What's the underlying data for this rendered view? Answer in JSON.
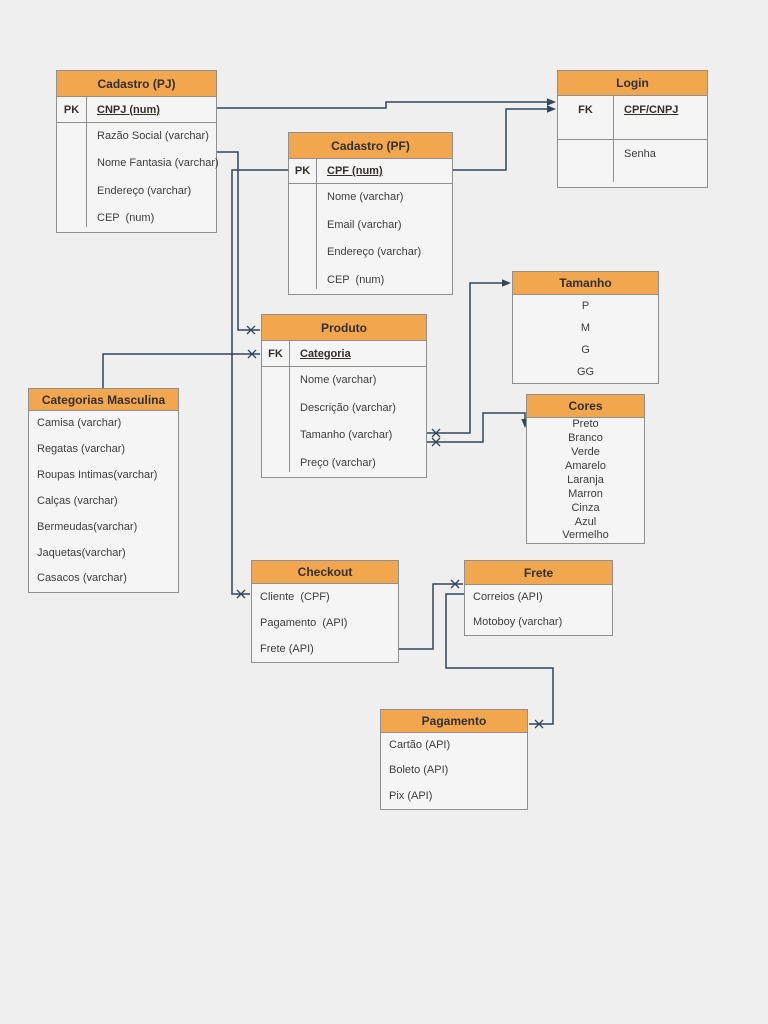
{
  "diagram": {
    "colors": {
      "canvas": "#EFEFEF",
      "table_bg": "#F5F5F5",
      "header": "#F2A64D",
      "border": "#8F8F8F",
      "line": "#32475B",
      "text": "#3D3D3D",
      "title": "#33302B"
    },
    "entities": {
      "cadastro_pj": {
        "title": "Cadastro (PJ)",
        "key_label": "PK",
        "key_field": "CNPJ (num)",
        "rows": [
          "Razão Social (varchar)",
          "Nome Fantasia (varchar)",
          "Endereço (varchar)",
          "CEP  (num)"
        ]
      },
      "login": {
        "title": "Login",
        "key_label": "FK",
        "key_field": "CPF/CNPJ",
        "rows": [
          "Senha"
        ]
      },
      "cadastro_pf": {
        "title": "Cadastro (PF)",
        "key_label": "PK",
        "key_field": "CPF (num)",
        "rows": [
          "Nome (varchar)",
          "Email (varchar)",
          "Endereço (varchar)",
          "CEP  (num)"
        ]
      },
      "produto": {
        "title": "Produto",
        "key_label": "FK",
        "key_field": "Categoria",
        "rows": [
          "Nome (varchar)",
          "Descrição (varchar)",
          "Tamanho (varchar)",
          "Preço (varchar)"
        ]
      },
      "tamanho": {
        "title": "Tamanho",
        "rows": [
          "P",
          "M",
          "G",
          "GG"
        ]
      },
      "cores": {
        "title": "Cores",
        "rows": [
          "Preto",
          "Branco",
          "Verde",
          "Amarelo",
          "Laranja",
          "Marron",
          "Cinza",
          "Azul",
          "Vermelho"
        ]
      },
      "categorias_masculina": {
        "title": "Categorias Masculina",
        "rows": [
          "Camisa (varchar)",
          "Regatas (varchar)",
          "Roupas Intimas(varchar)",
          "Calças (varchar)",
          "Bermeudas(varchar)",
          "Jaquetas(varchar)",
          "Casacos (varchar)"
        ]
      },
      "checkout": {
        "title": "Checkout",
        "rows": [
          "Cliente  (CPF)",
          "Pagamento  (API)",
          "Frete (API)"
        ]
      },
      "frete": {
        "title": "Frete",
        "rows": [
          "Correios (API)",
          "Motoboy (varchar)"
        ]
      },
      "pagamento": {
        "title": "Pagamento",
        "rows": [
          "Cartão (API)",
          "Boleto (API)",
          "Pix (API)"
        ]
      }
    },
    "relationships": [
      {
        "from": "cadastro_pj.CNPJ",
        "to": "login.CPF/CNPJ",
        "end": "arrow"
      },
      {
        "from": "cadastro_pf.CPF",
        "to": "login.CPF/CNPJ",
        "end": "arrow"
      },
      {
        "from": "cadastro_pj",
        "to": "produto",
        "end": "x"
      },
      {
        "from": "categorias_masculina",
        "to": "produto.Categoria",
        "end": "x"
      },
      {
        "from": "cadastro_pf",
        "to": "checkout.Cliente",
        "end": "x"
      },
      {
        "from": "produto.Tamanho",
        "to": "tamanho",
        "end": "arrow",
        "start": "x"
      },
      {
        "from": "produto",
        "to": "cores",
        "end": "arrow",
        "start": "x"
      },
      {
        "from": "checkout.Frete",
        "to": "frete",
        "end": "x"
      },
      {
        "from": "frete",
        "to": "pagamento",
        "end": "x"
      }
    ]
  }
}
